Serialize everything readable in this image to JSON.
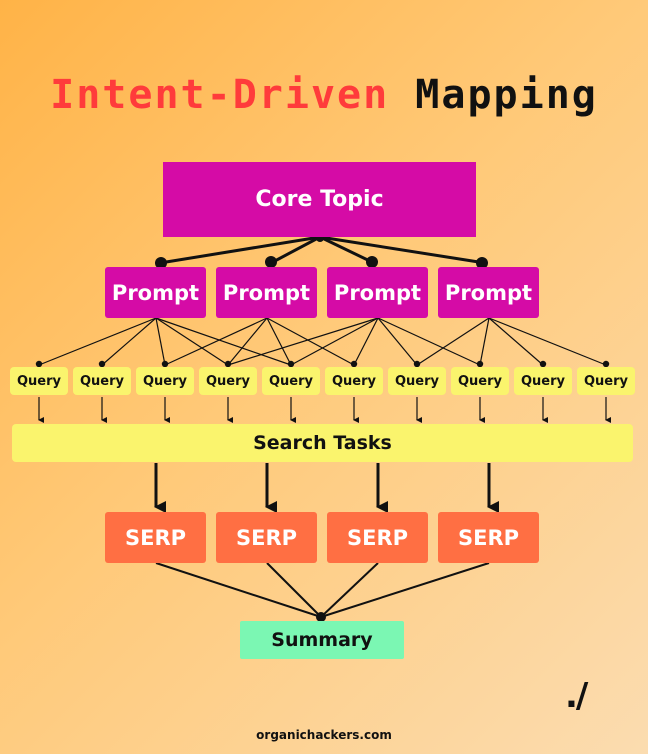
{
  "title": {
    "part1": "Intent-Driven",
    "part2": "Mapping"
  },
  "core_topic": "Core Topic",
  "prompts": [
    "Prompt",
    "Prompt",
    "Prompt",
    "Prompt"
  ],
  "queries": [
    "Query",
    "Query",
    "Query",
    "Query",
    "Query",
    "Query",
    "Query",
    "Query",
    "Query",
    "Query"
  ],
  "search_tasks": "Search Tasks",
  "serps": [
    "SERP",
    "SERP",
    "SERP",
    "SERP"
  ],
  "summary": "Summary",
  "logo": "./",
  "footer": "organichackers.com",
  "colors": {
    "title_accent": "#ff3b3b",
    "title_dark": "#111111",
    "core_and_prompt": "#d50ba6",
    "query_and_tasks": "#faf46d",
    "serp": "#ff6f43",
    "summary": "#7bf7b3"
  }
}
